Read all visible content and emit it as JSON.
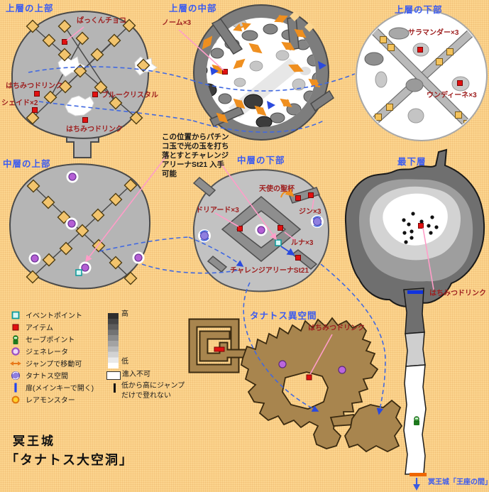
{
  "titles": {
    "upper_top": "上層の上部",
    "upper_mid": "上層の中部",
    "upper_low": "上層の下部",
    "mid_top": "中層の上部",
    "mid_low": "中層の下部",
    "lowest": "最下層",
    "thanatos": "タナトス異空間"
  },
  "labels": {
    "pakkun_choco": "ぱっくんチョコ",
    "honey_drink_1": "はちみつドリンク",
    "shade_x2": "シェイド×2",
    "blue_crystal": "ブルークリスタル",
    "honey_drink_2": "はちみつドリンク",
    "gnome_x3": "ノーム×3",
    "salamander_x3": "サラマンダー×3",
    "undine_x3": "ウンディーネ×3",
    "angel_grail": "天使の聖杯",
    "dryad_x3": "ドリアード×3",
    "jinn_x3": "ジン×3",
    "luna_x3": "ルナ×3",
    "challenge_arena": "チャレンジアリーナSt21",
    "honey_drink_lowest": "はちみつドリンク",
    "honey_drink_thanatos": "はちみつドリンク",
    "throne_room_exit": "冥王城「王座の間」"
  },
  "note": {
    "lines": [
      "この位置からパチン",
      "コ玉で光の玉を打ち",
      "落とすとチャレンジ",
      "アリーナSt21 入手",
      "可能"
    ]
  },
  "legend": {
    "items": [
      {
        "icon": "event-point-icon",
        "label": "イベントポイント"
      },
      {
        "icon": "item-icon",
        "label": "アイテム"
      },
      {
        "icon": "save-point-icon",
        "label": "セーブポイント"
      },
      {
        "icon": "generator-icon",
        "label": "ジェネレータ"
      },
      {
        "icon": "jump-move-icon",
        "label": "ジャンプで移動可"
      },
      {
        "icon": "thanatos-space-icon",
        "label": "タナトス空間"
      },
      {
        "icon": "door-icon",
        "label": "扉(メインキーで開く)"
      },
      {
        "icon": "rare-monster-icon",
        "label": "レアモンスター"
      }
    ],
    "scale_high": "高",
    "scale_low": "低",
    "no_entry": "進入不可",
    "jump_note_1": "低から高にジャンプ",
    "jump_note_2": "だけで登れない"
  },
  "footer": {
    "line1": "冥王城",
    "line2": "「タナトス大空洞」"
  },
  "colors": {
    "background": "#fcd58f",
    "map_gray": "#b5b5b5",
    "ring_gray": "#7d7d7d",
    "light_map_gray": "#c2c2c2",
    "brown_map": "#a8854e",
    "title_blue": "#3b5bf0",
    "label_red": "#9e1f1f",
    "item_red": "#e11111",
    "event_teal": "#0a9a9a",
    "generator_purple": "#b55fd5",
    "jump_orange": "#ef8f1f",
    "route_blue_dashed": "#4169e1",
    "pink_pointer": "#ff9dc8",
    "door_blue": "#1133dd",
    "exit_orange": "#ee6600"
  }
}
